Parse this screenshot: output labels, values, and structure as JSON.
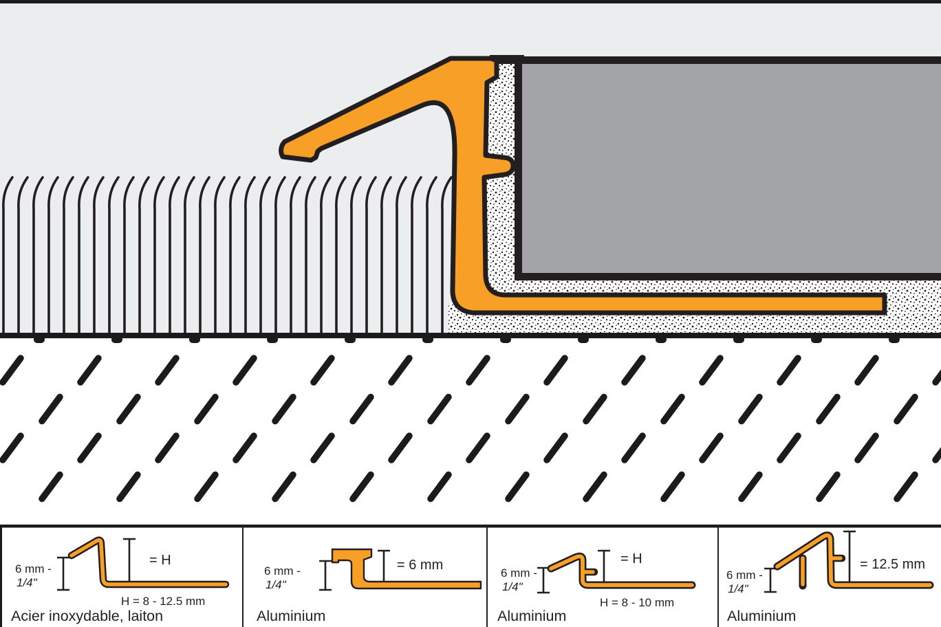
{
  "illustration_colors": {
    "profile_orange": "#F89F27",
    "tile_gray": "#A2A4A7",
    "outline_black": "#231F20",
    "background_gray": "#ECEDEE",
    "adhesive_white": "#FFFFFF"
  },
  "variants": [
    {
      "dim_left_line1": "6 mm -",
      "dim_left_line2": "1/4\"",
      "dim_right": "= H",
      "dim_range": "H = 8 - 12.5 mm",
      "material": "Acier inoxydable, laiton"
    },
    {
      "dim_left_line1": "6 mm -",
      "dim_left_line2": "1/4\"",
      "dim_right": "= 6 mm",
      "material": "Aluminium"
    },
    {
      "dim_left_line1": "6 mm -",
      "dim_left_line2": "1/4\"",
      "dim_right": "= H",
      "dim_range": "H = 8 - 10 mm",
      "material": "Aluminium"
    },
    {
      "dim_left_line1": "6 mm -",
      "dim_left_line2": "1/4\"",
      "dim_right": "= 12.5 mm",
      "material": "Aluminium"
    }
  ]
}
